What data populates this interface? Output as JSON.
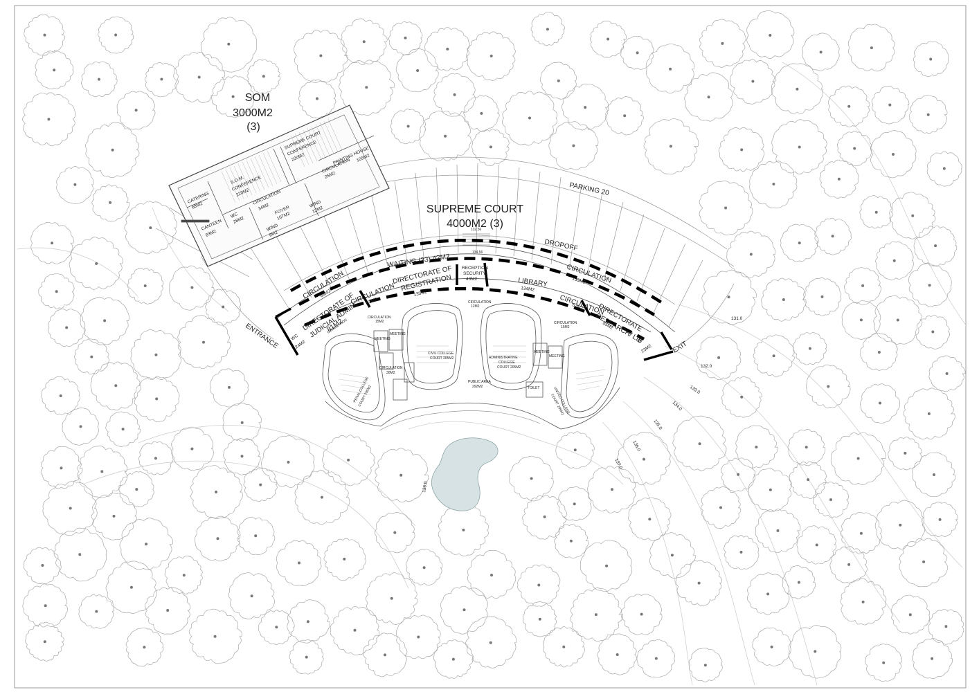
{
  "labels": {
    "som_name": "SOM",
    "som_area": "3000M2",
    "som_floors": "(3)",
    "sc_name": "SUPREME COURT",
    "sc_area": "4000M2 (3)",
    "parking": "PARKING 20",
    "dropoff": "DROPOFF",
    "entrance": "ENTRANCE",
    "exit": "EXIT",
    "waiting": "WAITING (33) 42M2",
    "circ_68_a": "CIRCULATION",
    "circ_68_b": "68M2",
    "dja_a": "DIRECTORATE OF",
    "dja_b": "JUDICIAL ADMIN.",
    "dja_c": "81M2",
    "wc24_a": "WC",
    "wc24_b": "24M2",
    "circ52_a": "CIRCULATION",
    "circ52_b": "52M2",
    "dor_a": "DIRECTORATE OF",
    "dor_b": "REGISTRATION",
    "dor_c": "135M2",
    "rec_a": "RECEPTION",
    "rec_b": "SECURITY",
    "rec_c": "43M2",
    "lib_a": "LIBRARY",
    "lib_b": "134M2",
    "circ133_a": "CIRCULATION",
    "circ133_b": "133M2",
    "circ52r_a": "CIRCULATION",
    "circ52r_b": "52M2",
    "drl_a": "DIRECTORATE",
    "drl_b": "RESEARCH/ LIB",
    "drl_c": "85M2",
    "wc23_a": "WC",
    "wc23_b": "23M2",
    "circ12_a": "CIRCULATION",
    "circ12_b": "12M2",
    "circ15l_a": "CIRCULATION",
    "circ15l_b": "15M2",
    "circ15r_a": "CIRCULATION",
    "circ15r_b": "15M2",
    "circ30_a": "CIRCULATION",
    "circ30_b": "30M2",
    "circ_room": "CIRCULATION",
    "penal_a": "PENAL COLLEGE",
    "penal_b": "COURT 205M2",
    "civil_a": "CIVIL COLLEGE",
    "civil_b": "COURT 205M2",
    "admin_a": "ADMINISTRATIVE",
    "admin_b": "COLLEGE",
    "admin_c": "COURT 205M2",
    "united_a": "UNITED COLLEGE",
    "united_b": "COURT 205M2",
    "public_a": "PUBLIC AREA",
    "public_b": "292M2",
    "meeting_1": "MEETING",
    "meeting_2": "MEETING",
    "meeting_3": "MEETING",
    "meeting_4": "MEETING",
    "toilet": "TOILET",
    "catering_a": "CATERING",
    "catering_b": "68M2",
    "canteen_a": "CANTEEN",
    "canteen_b": "83M2",
    "somconf_a": "S.O.M.",
    "somconf_b": "CONFERENCE",
    "somconf_c": "220M2",
    "scconf_a": "SUPREME COURT",
    "scconf_b": "CONFERENCE",
    "scconf_c": "220M2",
    "circ_som_a": "CIRCULATION",
    "circ_som_b": "25M2",
    "circ34_a": "CIRCULATION",
    "circ34_b": "34M2",
    "printing_a": "PRINTING HOUSE",
    "printing_b": "105M2",
    "wc_som_a": "WC",
    "wc_som_b": "28M2",
    "foyer_a": "FOYER",
    "foyer_b": "167M2",
    "wind12_a": "WIND",
    "wind12_b": "12M2",
    "wind8_a": "WIND",
    "wind8_b": "8M2",
    "level_a": "134.56",
    "level_b": "132.56"
  },
  "contours": [
    "131.0",
    "132.0",
    "133.0",
    "134.0",
    "135.0",
    "136.0",
    "137.0",
    "136.0"
  ],
  "colors": {
    "pond": "#d6e2e3",
    "tree_stroke": "#a9a9a9",
    "wall": "#555555",
    "highlight": "#000000"
  }
}
